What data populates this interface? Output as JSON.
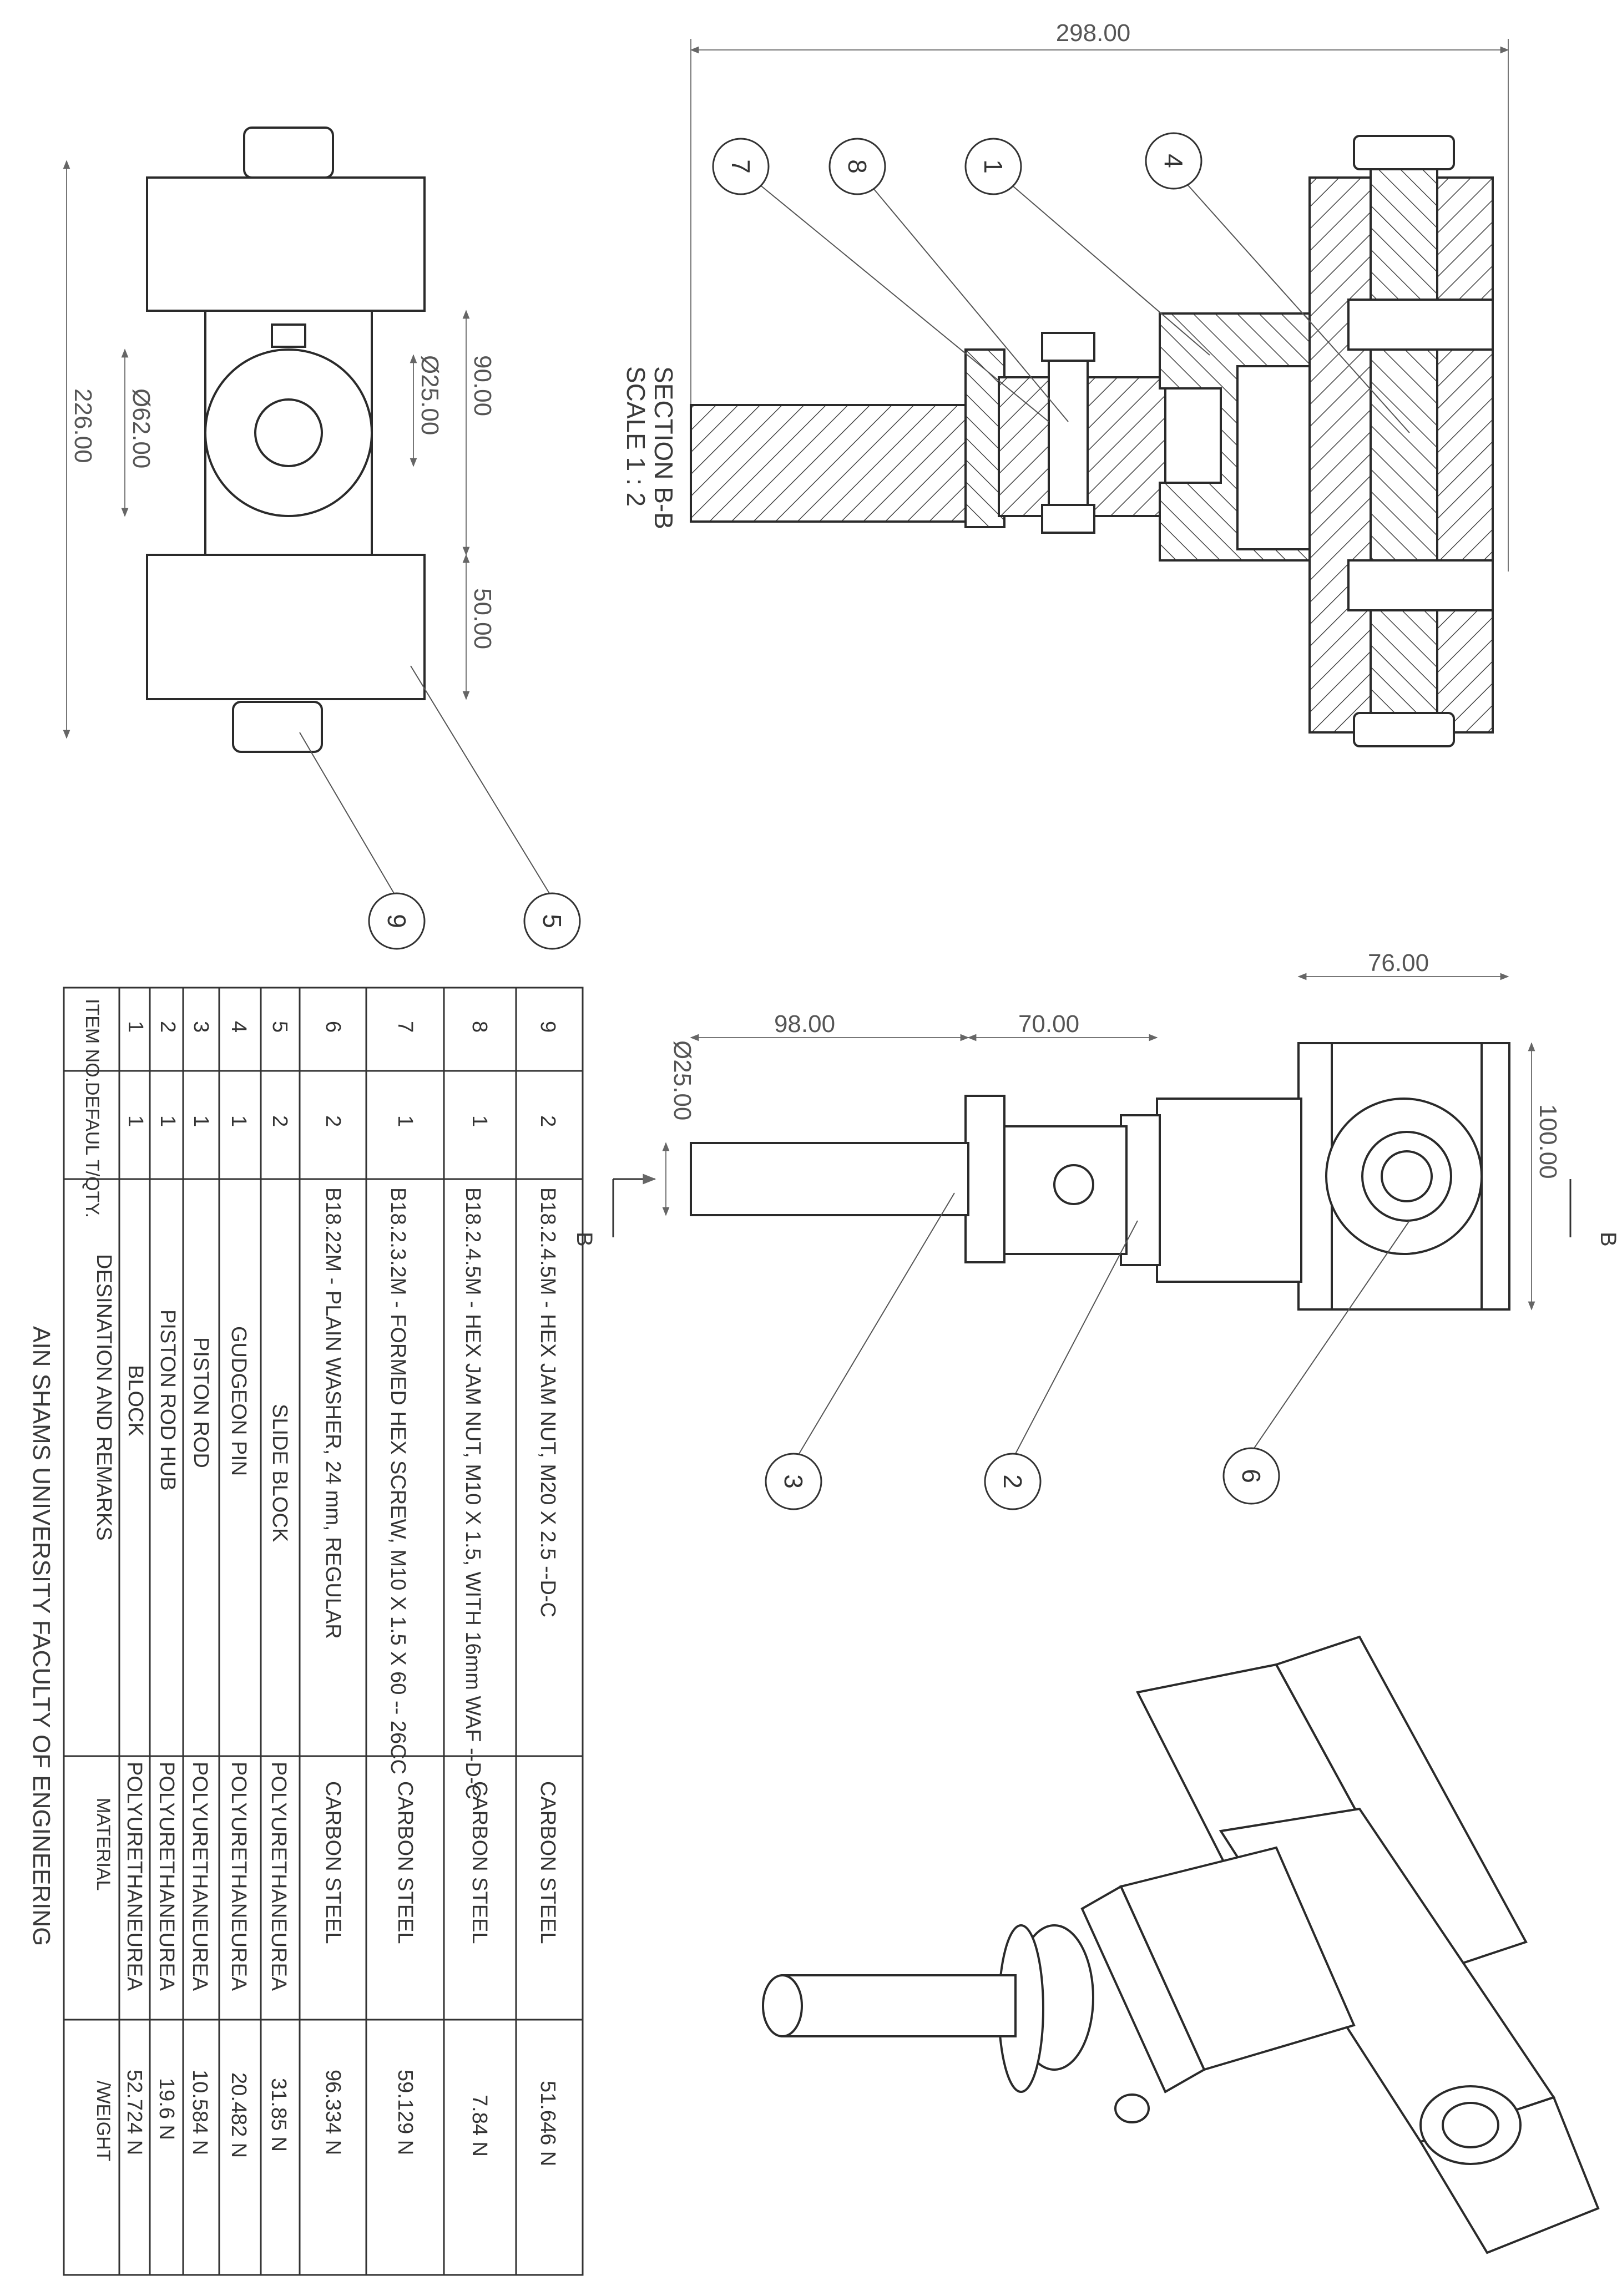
{
  "section_view": {
    "title": "SECTION B-B",
    "scale": "SCALE 1 : 2",
    "dim_length": "298.00",
    "balloons": [
      "7",
      "8",
      "1",
      "4"
    ]
  },
  "top_view": {
    "dim_overall": "226.00",
    "dim_bore": "Ø62.00",
    "dim_rod": "Ø25.00",
    "dim_block": "90.00",
    "dim_slide": "50.00",
    "balloons": [
      "9",
      "5"
    ]
  },
  "side_view": {
    "dim_width": "76.00",
    "dim_height": "100.00",
    "dim_hub": "70.00",
    "dim_rod_len": "98.00",
    "dim_rod_dia": "Ø25.00",
    "section_marker": "B",
    "balloons": [
      "3",
      "2",
      "6"
    ]
  },
  "bom": {
    "headers": {
      "item": "ITEM NO.",
      "qty": "DEFAUL T/QTY.",
      "designation": "DESINATION AND REMARKS",
      "material": "MATERIAL",
      "weight": "/WEIGHT"
    },
    "rows": [
      {
        "item": "9",
        "qty": "2",
        "designation": "B18.2.4.5M - HEX JAM NUT,  M20 X 2.5 --D-C",
        "material": "CARBON STEEL",
        "weight": "51.646  N"
      },
      {
        "item": "8",
        "qty": "1",
        "designation": "B18.2.4.5M - HEX JAM NUT, M10 X 1.5, WITH 16mm WAF --D-C",
        "material": "CARBON STEEL",
        "weight": "7.84 N"
      },
      {
        "item": "7",
        "qty": "1",
        "designation": "B18.2.3.2M - FORMED HEX SCREW, M10 X 1.5 X 60 -- 26CC",
        "material": "CARBON STEEL",
        "weight": "59.129 N"
      },
      {
        "item": "6",
        "qty": "2",
        "designation": "B18.22M - PLAIN WASHER, 24 mm, REGULAR",
        "material": "CARBON STEEL",
        "weight": "96.334 N"
      },
      {
        "item": "5",
        "qty": "2",
        "designation": "SLIDE BLOCK",
        "material": "POLYURETHANEUREA",
        "weight": "31.85 N"
      },
      {
        "item": "4",
        "qty": "1",
        "designation": "GUDGEON PIN",
        "material": "POLYURETHANEUREA",
        "weight": "20.482 N"
      },
      {
        "item": "3",
        "qty": "1",
        "designation": "PISTON ROD",
        "material": "POLYURETHANEUREA",
        "weight": "10.584 N"
      },
      {
        "item": "2",
        "qty": "1",
        "designation": "PISTON ROD HUB",
        "material": "POLYURETHANEUREA",
        "weight": "19.6 N"
      },
      {
        "item": "1",
        "qty": "1",
        "designation": "BLOCK",
        "material": "POLYURETHANEUREA",
        "weight": "52.724 N"
      }
    ]
  },
  "footer": "AIN SHAMS UNIVERSITY FACULTY OF ENGINEERING"
}
